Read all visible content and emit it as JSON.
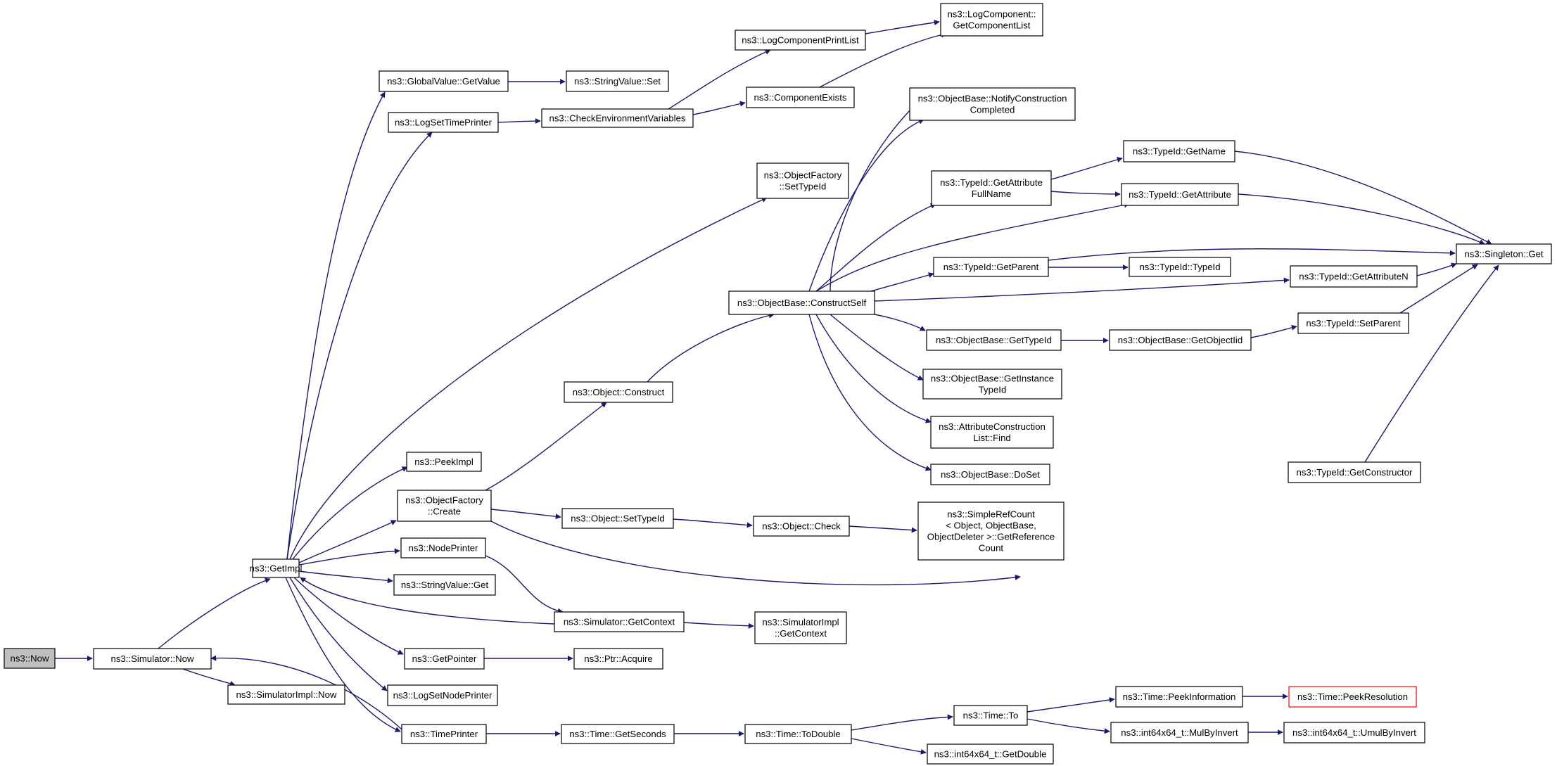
{
  "colors": {
    "edge": "#191970",
    "box_border": "#000000",
    "root_fill": "#bfbfbf",
    "highlight_border": "#ff0000",
    "background": "#ffffff"
  },
  "nodes": [
    {
      "id": "now",
      "lines": [
        "ns3::Now"
      ],
      "style": "root"
    },
    {
      "id": "sim_now",
      "lines": [
        "ns3::Simulator::Now"
      ]
    },
    {
      "id": "getimpl",
      "lines": [
        "ns3::GetImpl"
      ]
    },
    {
      "id": "simimpl_now",
      "lines": [
        "ns3::SimulatorImpl::Now"
      ]
    },
    {
      "id": "gv_getvalue",
      "lines": [
        "ns3::GlobalValue::GetValue"
      ]
    },
    {
      "id": "sv_set",
      "lines": [
        "ns3::StringValue::Set"
      ]
    },
    {
      "id": "logsettime",
      "lines": [
        "ns3::LogSetTimePrinter"
      ]
    },
    {
      "id": "checkenv",
      "lines": [
        "ns3::CheckEnvironmentVariables"
      ]
    },
    {
      "id": "logcompprint",
      "lines": [
        "ns3::LogComponentPrintList"
      ]
    },
    {
      "id": "getcomplist",
      "lines": [
        "ns3::LogComponent::",
        "GetComponentList"
      ]
    },
    {
      "id": "compexists",
      "lines": [
        "ns3::ComponentExists"
      ]
    },
    {
      "id": "of_settypeid",
      "lines": [
        "ns3::ObjectFactory",
        "::SetTypeId"
      ]
    },
    {
      "id": "notifyconstr",
      "lines": [
        "ns3::ObjectBase::NotifyConstruction",
        "Completed"
      ]
    },
    {
      "id": "tid_getname",
      "lines": [
        "ns3::TypeId::GetName"
      ]
    },
    {
      "id": "tid_getattrfull",
      "lines": [
        "ns3::TypeId::GetAttribute",
        "FullName"
      ]
    },
    {
      "id": "tid_getattr",
      "lines": [
        "ns3::TypeId::GetAttribute"
      ]
    },
    {
      "id": "singleton_get",
      "lines": [
        "ns3::Singleton::Get"
      ]
    },
    {
      "id": "tid_getparent",
      "lines": [
        "ns3::TypeId::GetParent"
      ]
    },
    {
      "id": "tid_typeid",
      "lines": [
        "ns3::TypeId::TypeId"
      ]
    },
    {
      "id": "tid_getattrn",
      "lines": [
        "ns3::TypeId::GetAttributeN"
      ]
    },
    {
      "id": "constructself",
      "lines": [
        "ns3::ObjectBase::ConstructSelf"
      ]
    },
    {
      "id": "ob_gettypeid",
      "lines": [
        "ns3::ObjectBase::GetTypeId"
      ]
    },
    {
      "id": "ob_getobjectiid",
      "lines": [
        "ns3::ObjectBase::GetObjectIid"
      ]
    },
    {
      "id": "tid_setparent",
      "lines": [
        "ns3::TypeId::SetParent"
      ]
    },
    {
      "id": "ob_getinstance",
      "lines": [
        "ns3::ObjectBase::GetInstance",
        "TypeId"
      ]
    },
    {
      "id": "attrconstr_find",
      "lines": [
        "ns3::AttributeConstruction",
        "List::Find"
      ]
    },
    {
      "id": "ob_doset",
      "lines": [
        "ns3::ObjectBase::DoSet"
      ]
    },
    {
      "id": "obj_construct",
      "lines": [
        "ns3::Object::Construct"
      ]
    },
    {
      "id": "peekimpl",
      "lines": [
        "ns3::PeekImpl"
      ]
    },
    {
      "id": "of_create",
      "lines": [
        "ns3::ObjectFactory",
        "::Create"
      ]
    },
    {
      "id": "obj_settypeid",
      "lines": [
        "ns3::Object::SetTypeId"
      ]
    },
    {
      "id": "obj_check",
      "lines": [
        "ns3::Object::Check"
      ]
    },
    {
      "id": "simplerefcount",
      "lines": [
        "ns3::SimpleRefCount",
        "< Object, ObjectBase,",
        "ObjectDeleter >::GetReference",
        "Count"
      ]
    },
    {
      "id": "tid_getconstructor",
      "lines": [
        "ns3::TypeId::GetConstructor"
      ]
    },
    {
      "id": "nodeprinter",
      "lines": [
        "ns3::NodePrinter"
      ]
    },
    {
      "id": "sv_get",
      "lines": [
        "ns3::StringValue::Get"
      ]
    },
    {
      "id": "sim_getcontext",
      "lines": [
        "ns3::Simulator::GetContext"
      ]
    },
    {
      "id": "simimpl_getcontext",
      "lines": [
        "ns3::SimulatorImpl",
        "::GetContext"
      ]
    },
    {
      "id": "getpointer",
      "lines": [
        "ns3::GetPointer"
      ]
    },
    {
      "id": "ptr_acquire",
      "lines": [
        "ns3::Ptr::Acquire"
      ]
    },
    {
      "id": "logsetnode",
      "lines": [
        "ns3::LogSetNodePrinter"
      ]
    },
    {
      "id": "timeprinter",
      "lines": [
        "ns3::TimePrinter"
      ]
    },
    {
      "id": "time_getseconds",
      "lines": [
        "ns3::Time::GetSeconds"
      ]
    },
    {
      "id": "time_todouble",
      "lines": [
        "ns3::Time::ToDouble"
      ]
    },
    {
      "id": "time_to",
      "lines": [
        "ns3::Time::To"
      ]
    },
    {
      "id": "time_peekinfo",
      "lines": [
        "ns3::Time::PeekInformation"
      ]
    },
    {
      "id": "time_peekres",
      "lines": [
        "ns3::Time::PeekResolution"
      ],
      "style": "highlight"
    },
    {
      "id": "int_mulbyinvert",
      "lines": [
        "ns3::int64x64_t::MulByInvert"
      ]
    },
    {
      "id": "int_umulbyinvert",
      "lines": [
        "ns3::int64x64_t::UmulByInvert"
      ]
    },
    {
      "id": "int_getdouble",
      "lines": [
        "ns3::int64x64_t::GetDouble"
      ]
    }
  ]
}
